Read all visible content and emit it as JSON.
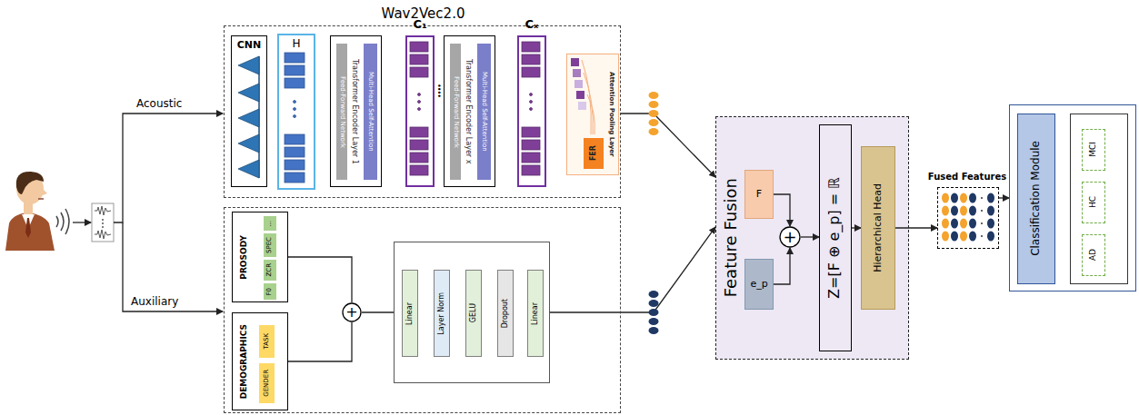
{
  "diagram": {
    "nodes": [
      {
        "text": [
          "Wav2Vec2.0"
        ]
      },
      {
        "text": [
          "CNN"
        ],
        "in": 0
      },
      {
        "text": [
          "H"
        ],
        "in": 0
      },
      {
        "text": [
          "Transformer Encoder Layer 1"
        ],
        "in": 0
      },
      {
        "text": [
          "Feed-Forward Network"
        ],
        "in": 3
      },
      {
        "text": [
          "Multi-Head Self-Attention"
        ],
        "in": 3
      },
      {
        "text": [
          "C₁"
        ],
        "in": 0
      },
      {
        "text": [
          "Transformer Encoder Layer x"
        ],
        "in": 0
      },
      {
        "text": [
          "Feed-Forward Network"
        ],
        "in": 7
      },
      {
        "text": [
          "Multi-Head Self-Attention"
        ],
        "in": 7
      },
      {
        "text": [
          "Cₓ"
        ],
        "in": 0
      },
      {
        "text": [
          "Attention Pooling Layer"
        ],
        "in": 0
      },
      {
        "text": [
          "FER"
        ],
        "in": 11
      },
      {
        "text": []
      },
      {
        "text": [
          "PROSODY"
        ],
        "in": 13
      },
      {
        "text": [
          "F0"
        ],
        "in": 14
      },
      {
        "text": [
          "ZCR"
        ],
        "in": 14
      },
      {
        "text": [
          "SPEC"
        ],
        "in": 14
      },
      {
        "text": [
          "..."
        ],
        "in": 14
      },
      {
        "text": [
          "DEMOGRAPHICS"
        ],
        "in": 13
      },
      {
        "text": [
          "TASK"
        ],
        "in": 19
      },
      {
        "text": [
          "GENDER"
        ],
        "in": 19
      },
      {
        "text": [
          "+"
        ],
        "in": 13
      },
      {
        "text": [],
        "in": 13
      },
      {
        "text": [
          "Linear"
        ],
        "in": 23
      },
      {
        "text": [
          "Layer Norm"
        ],
        "in": 23
      },
      {
        "text": [
          "GELU"
        ],
        "in": 23
      },
      {
        "text": [
          "Dropout"
        ],
        "in": 23
      },
      {
        "text": [
          "Linear"
        ],
        "in": 23
      },
      {
        "text": [
          "Feature Fusion"
        ]
      },
      {
        "text": [
          "F"
        ],
        "in": 29
      },
      {
        "text": [
          "e_p"
        ],
        "in": 29
      },
      {
        "text": [
          "+"
        ],
        "in": 29
      },
      {
        "text": [
          "Z=[F ⊕ e_p] = ℝ"
        ],
        "in": 29
      },
      {
        "text": [
          "Hierarchical Head"
        ],
        "in": 29
      },
      {
        "text": [
          "Fused Features"
        ]
      },
      {
        "text": []
      },
      {
        "text": [
          "Classification Module"
        ],
        "in": 36
      },
      {
        "text": [],
        "in": 36
      },
      {
        "text": [
          "MCI"
        ],
        "in": 38
      },
      {
        "text": [
          "HC"
        ],
        "in": 38
      },
      {
        "text": [
          "AD"
        ],
        "in": 38
      }
    ],
    "edges": [
      {
        "from": 0,
        "to": 29,
        "arrow": "to"
      },
      {
        "from": 14,
        "to": 22,
        "arrow": "none"
      },
      {
        "from": 19,
        "to": 22,
        "arrow": "none"
      },
      {
        "from": 22,
        "to": 23,
        "arrow": "none"
      },
      {
        "from": 23,
        "to": 29,
        "arrow": "to"
      },
      {
        "from": 30,
        "to": 32,
        "arrow": "to"
      },
      {
        "from": 31,
        "to": 32,
        "arrow": "to"
      },
      {
        "from": 32,
        "to": 33,
        "arrow": "to"
      },
      {
        "from": 33,
        "to": 34,
        "arrow": "to"
      },
      {
        "from": 34,
        "to": 35,
        "arrow": "to"
      },
      {
        "from": 35,
        "to": 36,
        "arrow": "to"
      }
    ],
    "labels": [
      "Acoustic",
      "Auxiliary",
      "••••"
    ]
  }
}
